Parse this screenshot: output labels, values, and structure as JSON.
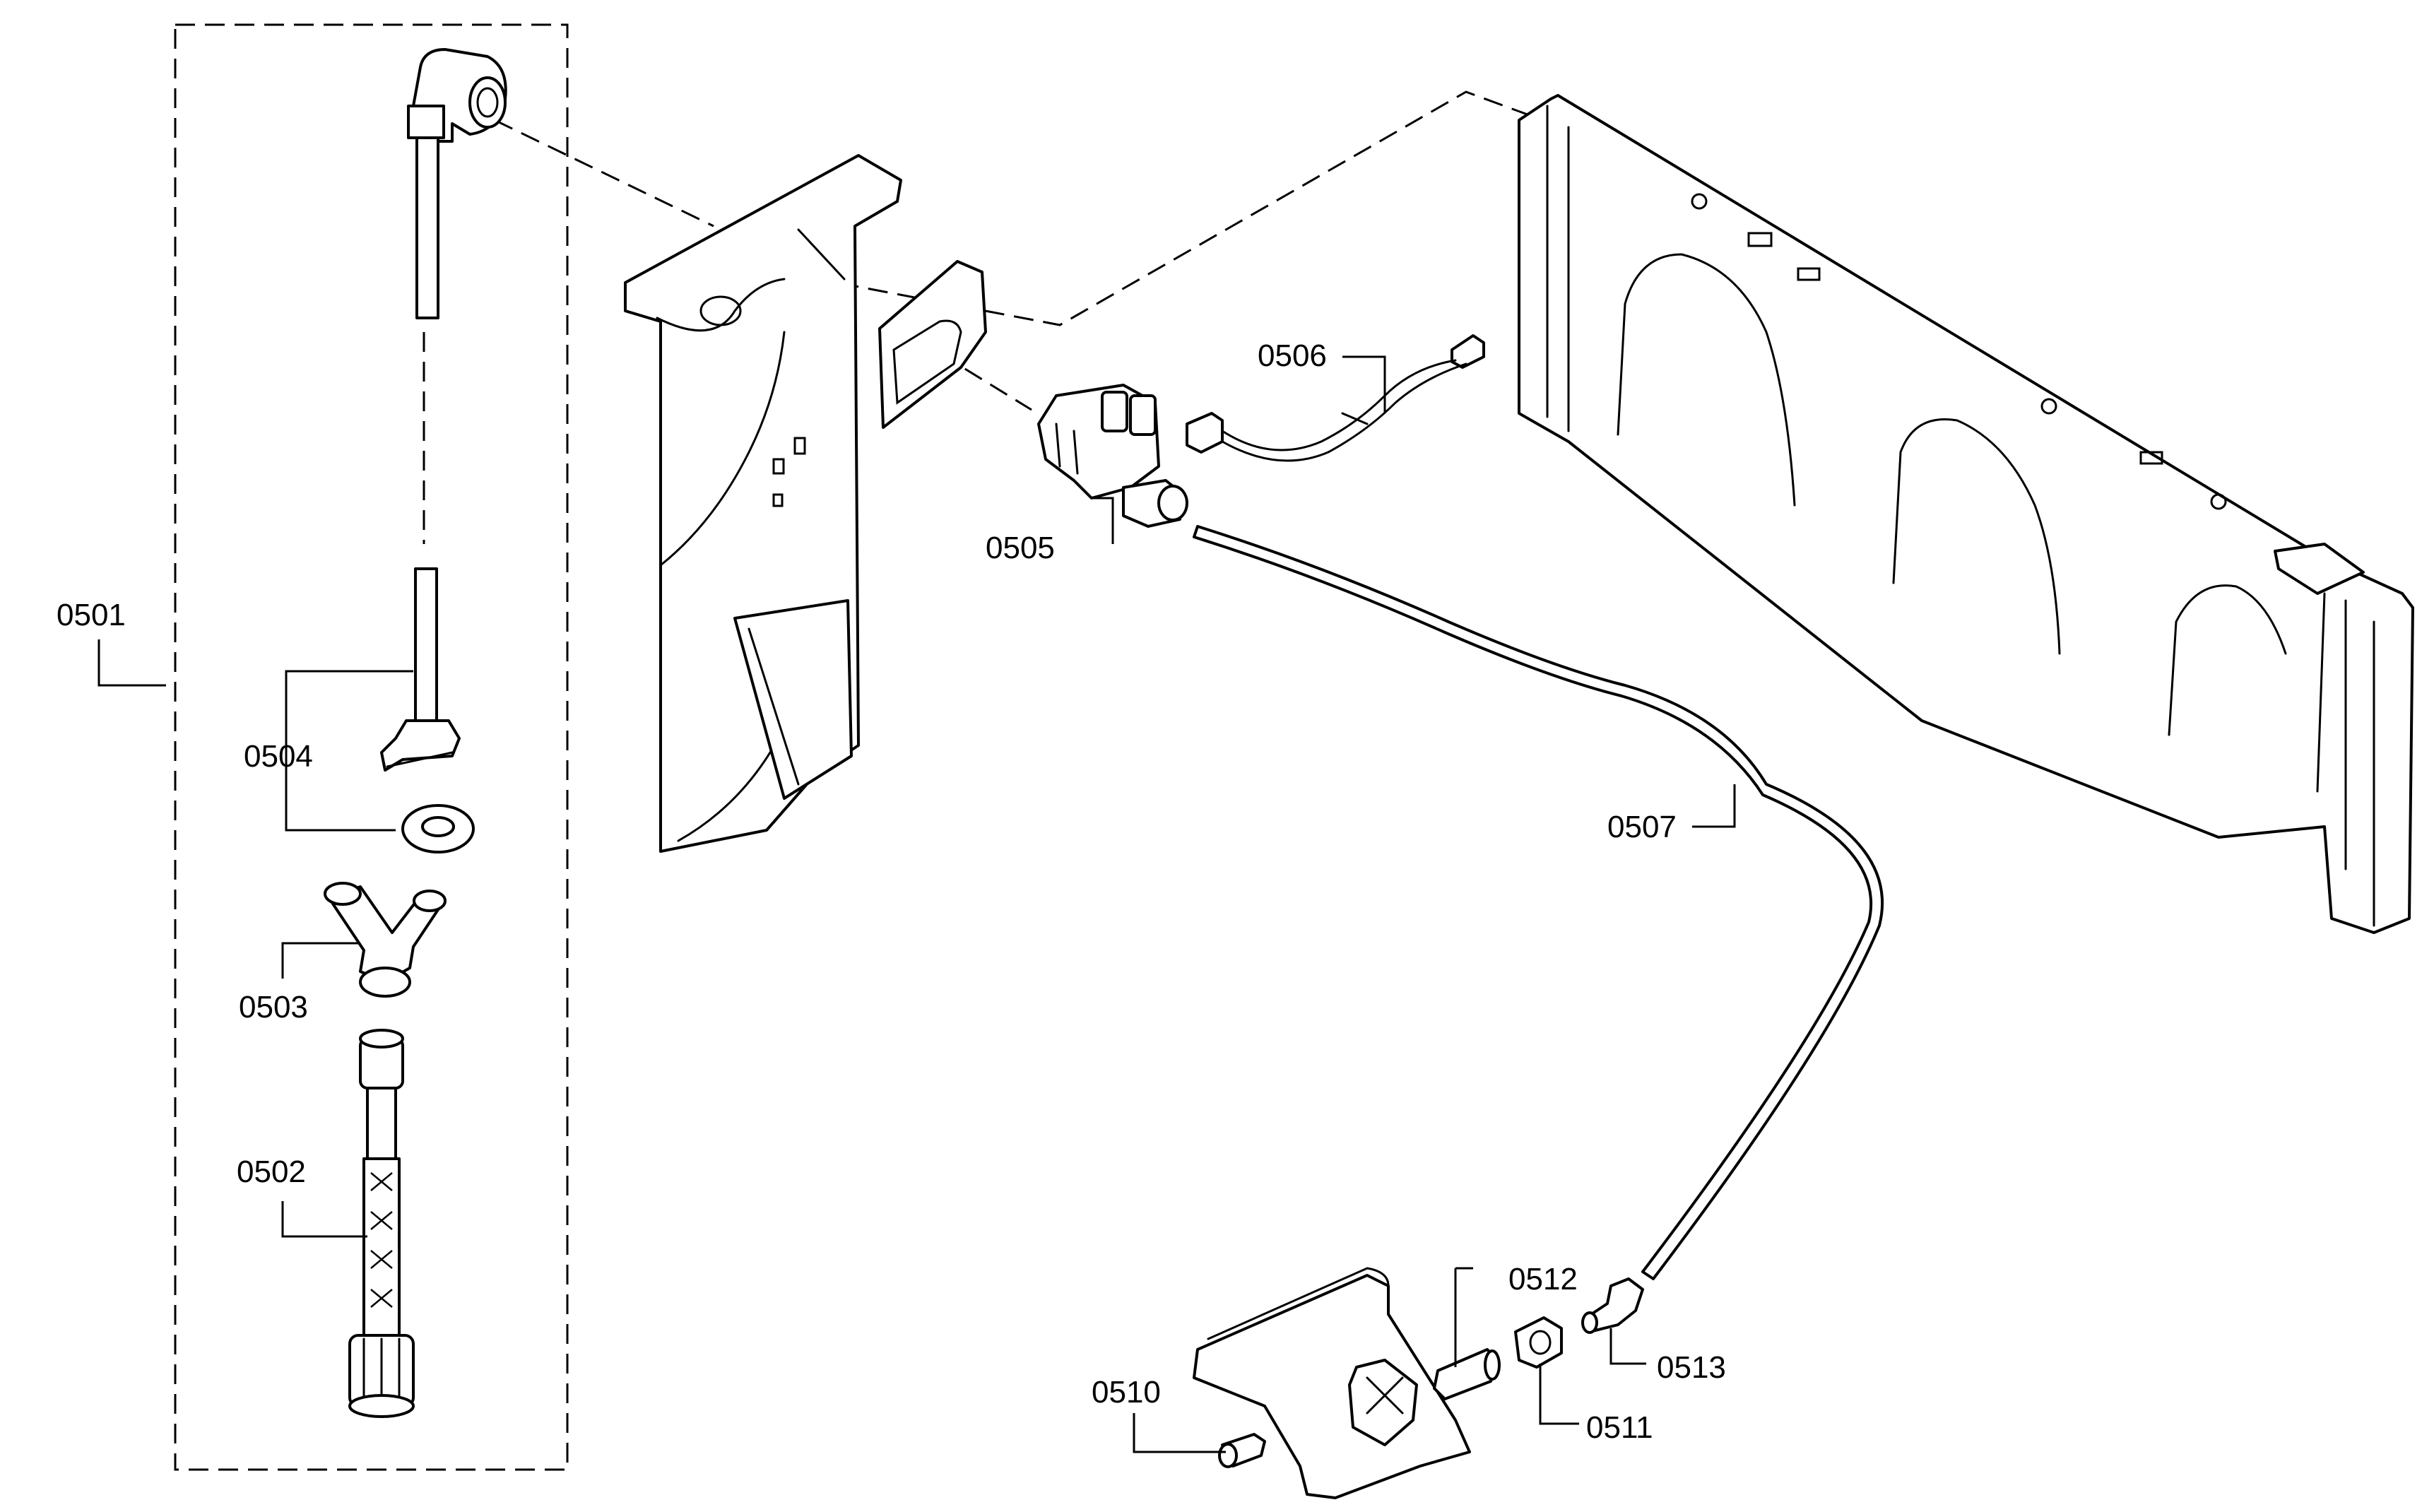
{
  "labels": {
    "p0501": "0501",
    "p0502": "0502",
    "p0503": "0503",
    "p0504": "0504",
    "p0505": "0505",
    "p0506": "0506",
    "p0507": "0507",
    "p0510": "0510",
    "p0511": "0511",
    "p0512": "0512",
    "p0513": "0513"
  }
}
